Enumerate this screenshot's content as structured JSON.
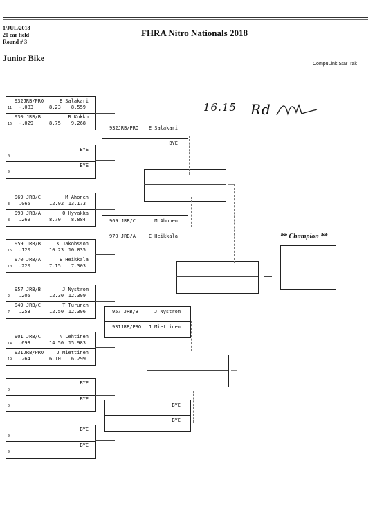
{
  "header": {
    "date": "1/JUL/2018",
    "field": "20 car field",
    "round": "Round # 3",
    "title": "FHRA Nitro Nationals 2018",
    "section": "Junior Bike",
    "vendor": "CompuLink StarTrak"
  },
  "handwriting": {
    "time": "16.15",
    "signature": "Rd"
  },
  "round1": [
    {
      "top": {
        "class": "932JRB/PRO",
        "name": "E Salakari",
        "lane": "11",
        "rt": "-.083",
        "et": "8.23",
        "mph": "8.559"
      },
      "bot": {
        "class": "930 JRB/B",
        "name": "R Kokko",
        "lane": "16",
        "rt": "-.029",
        "et": "8.75",
        "mph": "9.268"
      }
    },
    {
      "top": {
        "class": "",
        "name": "BYE",
        "lane": "0",
        "rt": "",
        "et": "",
        "mph": ""
      },
      "bot": {
        "class": "",
        "name": "BYE",
        "lane": "0",
        "rt": "",
        "et": "",
        "mph": ""
      }
    },
    {
      "top": {
        "class": "969 JRB/C",
        "name": "M Ahonen",
        "lane": "3",
        "rt": ".065",
        "et": "12.92",
        "mph": "13.173"
      },
      "bot": {
        "class": "990 JRB/A",
        "name": "O Hyvakka",
        "lane": "8",
        "rt": ".269",
        "et": "8.70",
        "mph": "8.884"
      }
    },
    {
      "top": {
        "class": "959 JRB/B",
        "name": "K Jakobsson",
        "lane": "15",
        "rt": ".120",
        "et": "10.23",
        "mph": "10.835"
      },
      "bot": {
        "class": "970 JRB/A",
        "name": "E Heikkala",
        "lane": "10",
        "rt": ".220",
        "et": "7.15",
        "mph": "7.303"
      }
    },
    {
      "top": {
        "class": "957 JRB/B",
        "name": "J Nystrom",
        "lane": "2",
        "rt": ".205",
        "et": "12.30",
        "mph": "12.399"
      },
      "bot": {
        "class": "949 JRB/C",
        "name": "T Turunen",
        "lane": "7",
        "rt": ".253",
        "et": "12.50",
        "mph": "12.396"
      }
    },
    {
      "top": {
        "class": "901 JRB/C",
        "name": "N Lehtinen",
        "lane": "14",
        "rt": ".693",
        "et": "14.50",
        "mph": "15.983"
      },
      "bot": {
        "class": "931JRB/PRO",
        "name": "J Miettinen",
        "lane": "19",
        "rt": ".264",
        "et": "6.10",
        "mph": "6.299"
      }
    },
    {
      "top": {
        "class": "",
        "name": "BYE",
        "lane": "0",
        "rt": "",
        "et": "",
        "mph": ""
      },
      "bot": {
        "class": "",
        "name": "BYE",
        "lane": "0",
        "rt": "",
        "et": "",
        "mph": ""
      }
    },
    {
      "top": {
        "class": "",
        "name": "BYE",
        "lane": "0",
        "rt": "",
        "et": "",
        "mph": ""
      },
      "bot": {
        "class": "",
        "name": "BYE",
        "lane": "0",
        "rt": "",
        "et": "",
        "mph": ""
      }
    }
  ],
  "round2": [
    {
      "top": {
        "class": "932JRB/PRO",
        "name": "E Salakari"
      },
      "bot": {
        "class": "",
        "name": "BYE"
      }
    },
    {
      "top": {
        "class": "969 JRB/C",
        "name": "M Ahonen"
      },
      "bot": {
        "class": "970 JRB/A",
        "name": "E Heikkala"
      }
    },
    {
      "top": {
        "class": "957 JRB/B",
        "name": "J Nystrom"
      },
      "bot": {
        "class": "931JRB/PRO",
        "name": "J Miettinen"
      }
    },
    {
      "top": {
        "class": "",
        "name": "BYE"
      },
      "bot": {
        "class": "",
        "name": "BYE"
      }
    }
  ],
  "champion_label": "** Champion **"
}
